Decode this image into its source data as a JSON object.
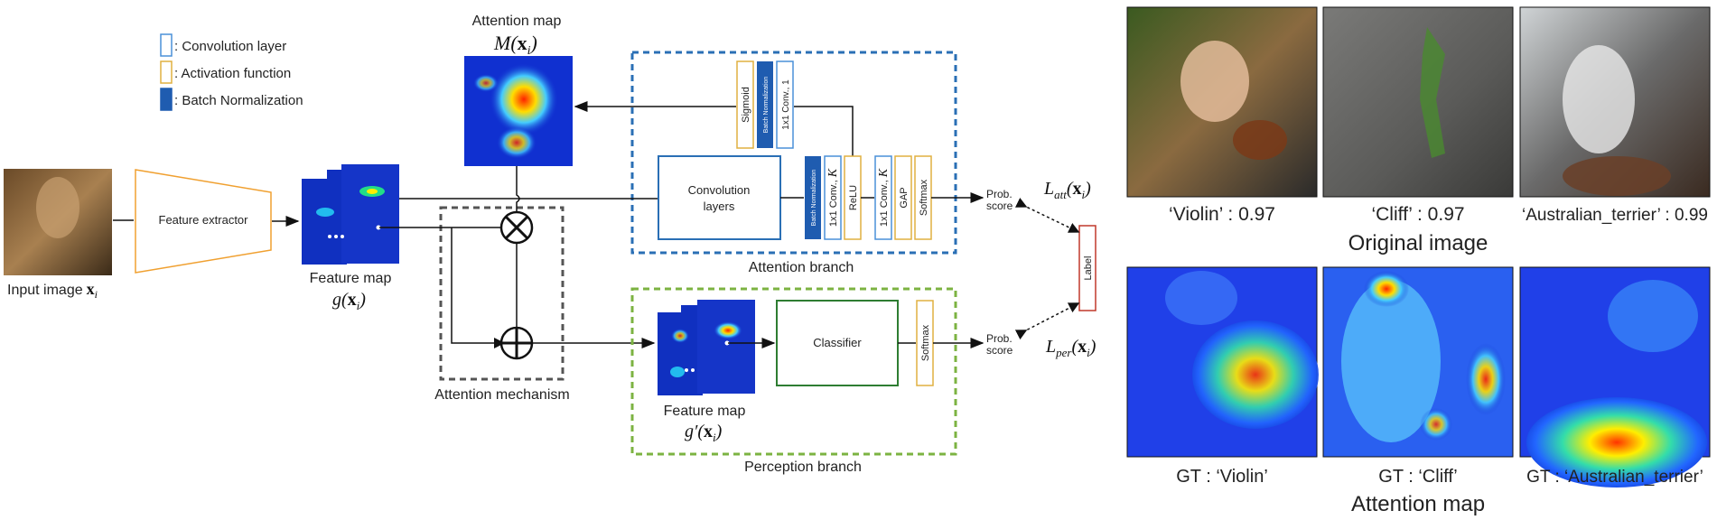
{
  "legend": {
    "conv_label": ": Convolution layer",
    "act_label": ": Activation function",
    "bn_label": ": Batch Normalization"
  },
  "input": {
    "caption": "Input image",
    "symbol": "x",
    "sub": "i"
  },
  "feature_extractor": {
    "label": "Feature extractor"
  },
  "feature_map": {
    "caption": "Feature map",
    "fn": "g(",
    "x": "x",
    "sub": "i",
    "close": ")"
  },
  "attention_map_block": {
    "caption": "Attention map",
    "fn": "M(",
    "x": "x",
    "sub": "i",
    "close": ")"
  },
  "attention_branch": {
    "label": "Attention branch",
    "conv_layers": "Convolution",
    "conv_layers_2": "layers",
    "sigmoid": "Sigmoid",
    "bn": "Batch Normalization",
    "conv1": "1x1 Conv., 1",
    "conv_k": "1x1 Conv., ",
    "k": "K",
    "relu": "ReLU",
    "gap": "GAP",
    "softmax": "Softmax",
    "prob": "Prob.",
    "score": "score"
  },
  "attention_mechanism": {
    "label": "Attention mechanism"
  },
  "perception_branch": {
    "label": "Perception branch",
    "classifier": "Classifier",
    "softmax": "Softmax",
    "prob": "Prob.",
    "score": "score",
    "fm_caption": "Feature map",
    "fn": "g′(",
    "x": "x",
    "sub": "i",
    "close": ")"
  },
  "losses": {
    "att_L": "L",
    "att_sub": "att",
    "att_arg": "(",
    "att_x": "x",
    "att_i": "i",
    "att_close": ")",
    "per_L": "L",
    "per_sub": "per",
    "per_arg": "(",
    "per_x": "x",
    "per_i": "i",
    "per_close": ")",
    "label": "Label"
  },
  "results": {
    "original_title": "Original image",
    "attention_title": "Attention map",
    "predictions": [
      "‘Violin’ : 0.97",
      "‘Cliff’ : 0.97",
      "‘Australian_terrier’ : 0.99"
    ],
    "ground_truth": [
      "GT : ‘Violin’",
      "GT : ‘Cliff’",
      "GT : ‘Australian_terrier’"
    ]
  },
  "colors": {
    "attention_branch": "#2a6fb5",
    "perception_branch": "#7cb342",
    "mechanism": "#555555",
    "feature_extractor": "#f0a030",
    "conv": "#4a90d9",
    "activation": "#e0b040",
    "batch_norm": "#1f5cb0",
    "classifier": "#2e7d32",
    "label_box": "#c0392b"
  }
}
